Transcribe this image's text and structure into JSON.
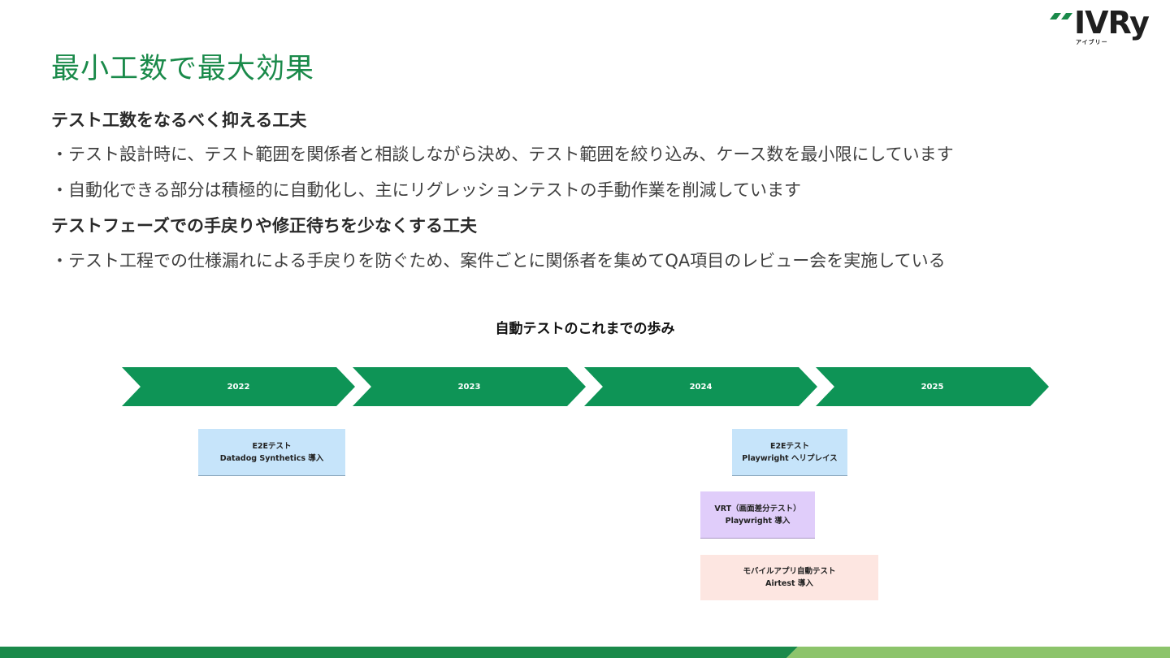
{
  "brand": {
    "logo_text": "IVRy",
    "logo_kana": "アイブリー",
    "colors": {
      "green": "#1a8a4a",
      "arrow_green": "#0e9456",
      "light_green": "#8cc46b"
    }
  },
  "slide": {
    "title": "最小工数で最大効果",
    "sections": [
      {
        "heading": "テスト工数をなるべく抑える工夫",
        "bullets": [
          "・テスト設計時に、テスト範囲を関係者と相談しながら決め、テスト範囲を絞り込み、ケース数を最小限にしています",
          "・自動化できる部分は積極的に自動化し、主にリグレッションテストの手動作業を削減しています"
        ]
      },
      {
        "heading": "テストフェーズでの手戻りや修正待ちを少なくする工夫",
        "bullets": [
          "・テスト工程での仕様漏れによる手戻りを防ぐため、案件ごとに関係者を集めてQA項目のレビュー会を実施している"
        ]
      }
    ]
  },
  "timeline": {
    "title": "自動テストのこれまでの歩み",
    "years": [
      "2022",
      "2023",
      "2024",
      "2025"
    ],
    "cards": [
      {
        "line1": "E2Eテスト",
        "line2": "Datadog Synthetics 導入",
        "color": "#c6e4fa"
      },
      {
        "line1": "E2Eテスト",
        "line2": "Playwright へリプレイス",
        "color": "#c6e4fa"
      },
      {
        "line1": "VRT（画面差分テスト）",
        "line2": "Playwright 導入",
        "color": "#e0cdfa"
      },
      {
        "line1": "モバイルアプリ自動テスト",
        "line2": "Airtest 導入",
        "color": "#fde6e1"
      }
    ]
  }
}
